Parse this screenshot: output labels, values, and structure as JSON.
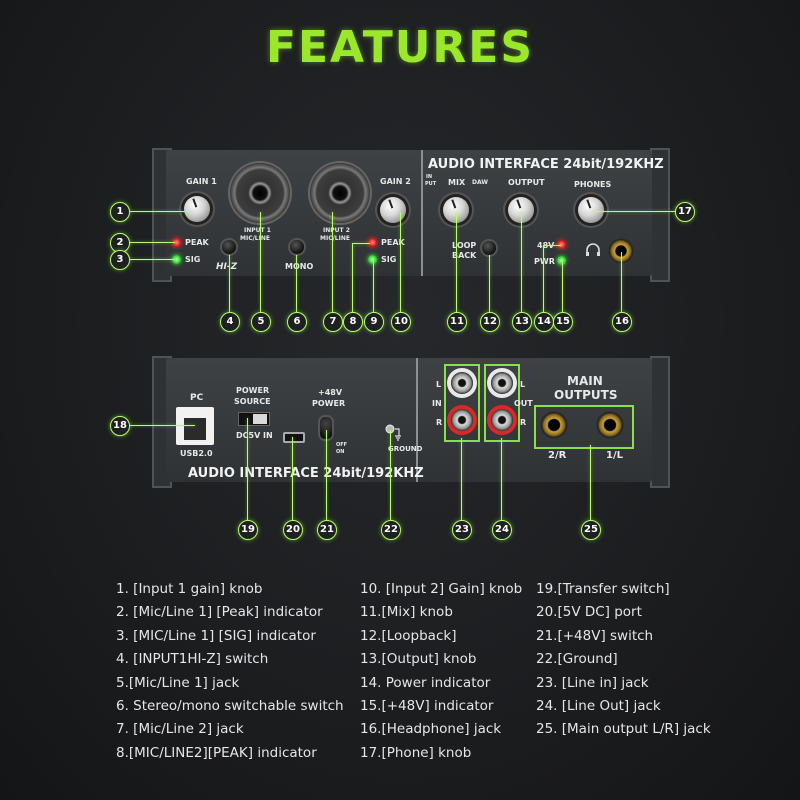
{
  "title": "FEATURES",
  "front_panel": {
    "brand": "AUDIO INTERFACE 24bit/192KHZ",
    "labels": {
      "gain1": "GAIN 1",
      "gain2": "GAIN 2",
      "peak1": "PEAK",
      "sig1": "SIG",
      "peak2": "PEAK",
      "sig2": "SIG",
      "input1": "INPUT 1",
      "input1_sub": "MIC/LINE",
      "input2": "INPUT 2",
      "input2_sub": "MIC/LINE",
      "hiz": "HI-Z",
      "mono": "MONO",
      "mix_in": "IN",
      "mix_put": "PUT",
      "mix": "MIX",
      "mix_daw": "DAW",
      "output": "OUTPUT",
      "phones": "PHONES",
      "loop": "LOOP",
      "back": "BACK",
      "v48": "48V",
      "pwr": "PWR"
    }
  },
  "rear_panel": {
    "brand": "AUDIO INTERFACE 24bit/192KHZ",
    "labels": {
      "pc": "PC",
      "usb": "USB2.0",
      "power": "POWER",
      "source": "SOURCE",
      "dc5v": "DC5V IN",
      "p48v": "+48V",
      "p48power": "POWER",
      "off": "OFF",
      "on": "ON",
      "ground": "GROUND",
      "l1": "L",
      "in": "IN",
      "r1": "R",
      "l2": "L",
      "out": "OUT",
      "r2": "R",
      "main": "MAIN",
      "outputs": "OUTPUTS",
      "two_r": "2/R",
      "one_l": "1/L"
    }
  },
  "callouts": [
    "1",
    "2",
    "3",
    "4",
    "5",
    "6",
    "7",
    "8",
    "9",
    "10",
    "11",
    "12",
    "13",
    "14",
    "15",
    "16",
    "17",
    "18",
    "19",
    "20",
    "21",
    "22",
    "23",
    "24",
    "25"
  ],
  "legend": {
    "col1": [
      "1. [Input 1 gain] knob",
      "2. [Mic/Line 1] [Peak] indicator",
      "3. [MIC/Line 1] [SIG] indicator",
      "4. [INPUT1HI-Z] switch",
      "5.[Mic/Line 1] jack",
      "6. Stereo/mono switchable switch",
      "7. [Mic/Line 2] jack",
      "8.[MIC/LINE2][PEAK] indicator"
    ],
    "col2": [
      "10. [Input 2] Gain] knob",
      "11.[Mix] knob",
      "12.[Loopback]",
      "13.[Output] knob",
      "14. Power indicator",
      "15.[+48V] indicator",
      "16.[Headphone] jack",
      "17.[Phone] knob"
    ],
    "col3": [
      "19.[Transfer switch]",
      "20.[5V DC] port",
      "21.[+48V] switch",
      "22.[Ground]",
      "23. [Line in] jack",
      "24. [Line Out] jack",
      "25. [Main output L/R] jack"
    ]
  },
  "colors": {
    "accent_green": "#9be82a",
    "callout_line": "#b8ff6a",
    "background": "#1c1e20"
  }
}
